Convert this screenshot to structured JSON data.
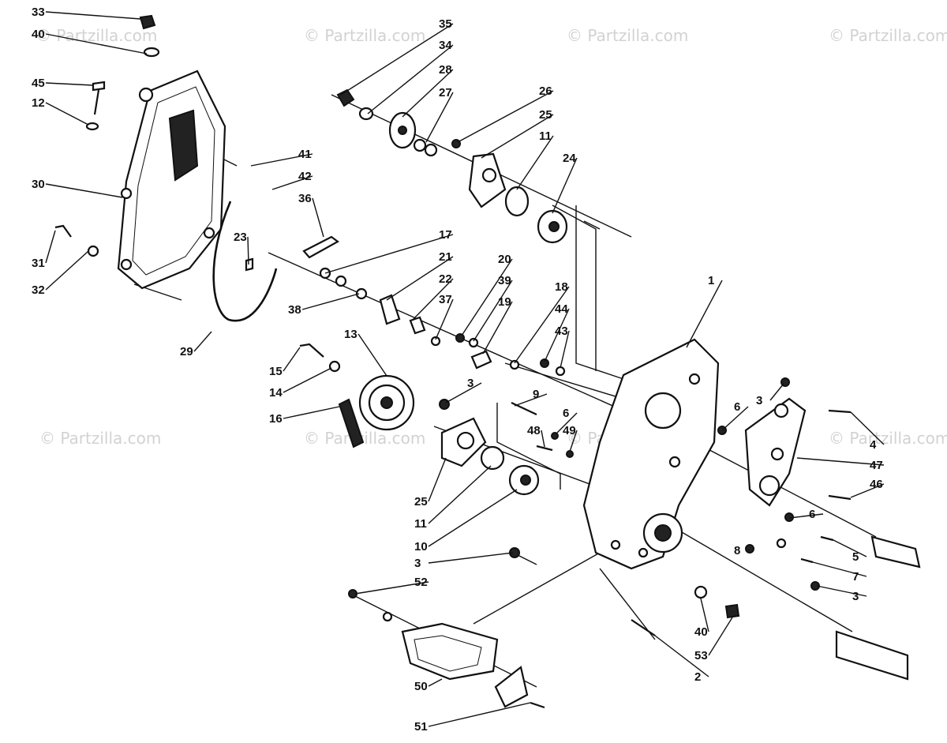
{
  "watermark": {
    "text": "© Partzilla.com"
  },
  "diagram": {
    "callouts": [
      "33",
      "40",
      "45",
      "12",
      "30",
      "31",
      "32",
      "29",
      "23",
      "41",
      "42",
      "36",
      "17",
      "21",
      "38",
      "22",
      "37",
      "35",
      "34",
      "28",
      "27",
      "26",
      "25",
      "11",
      "24",
      "20",
      "39",
      "19",
      "18",
      "44",
      "43",
      "1",
      "15",
      "14",
      "16",
      "13",
      "3",
      "9",
      "6",
      "48",
      "49",
      "25",
      "11",
      "10",
      "3",
      "52",
      "50",
      "51",
      "3",
      "4",
      "47",
      "46",
      "6",
      "6",
      "5",
      "7",
      "3",
      "8",
      "40",
      "53",
      "2",
      "3"
    ]
  }
}
